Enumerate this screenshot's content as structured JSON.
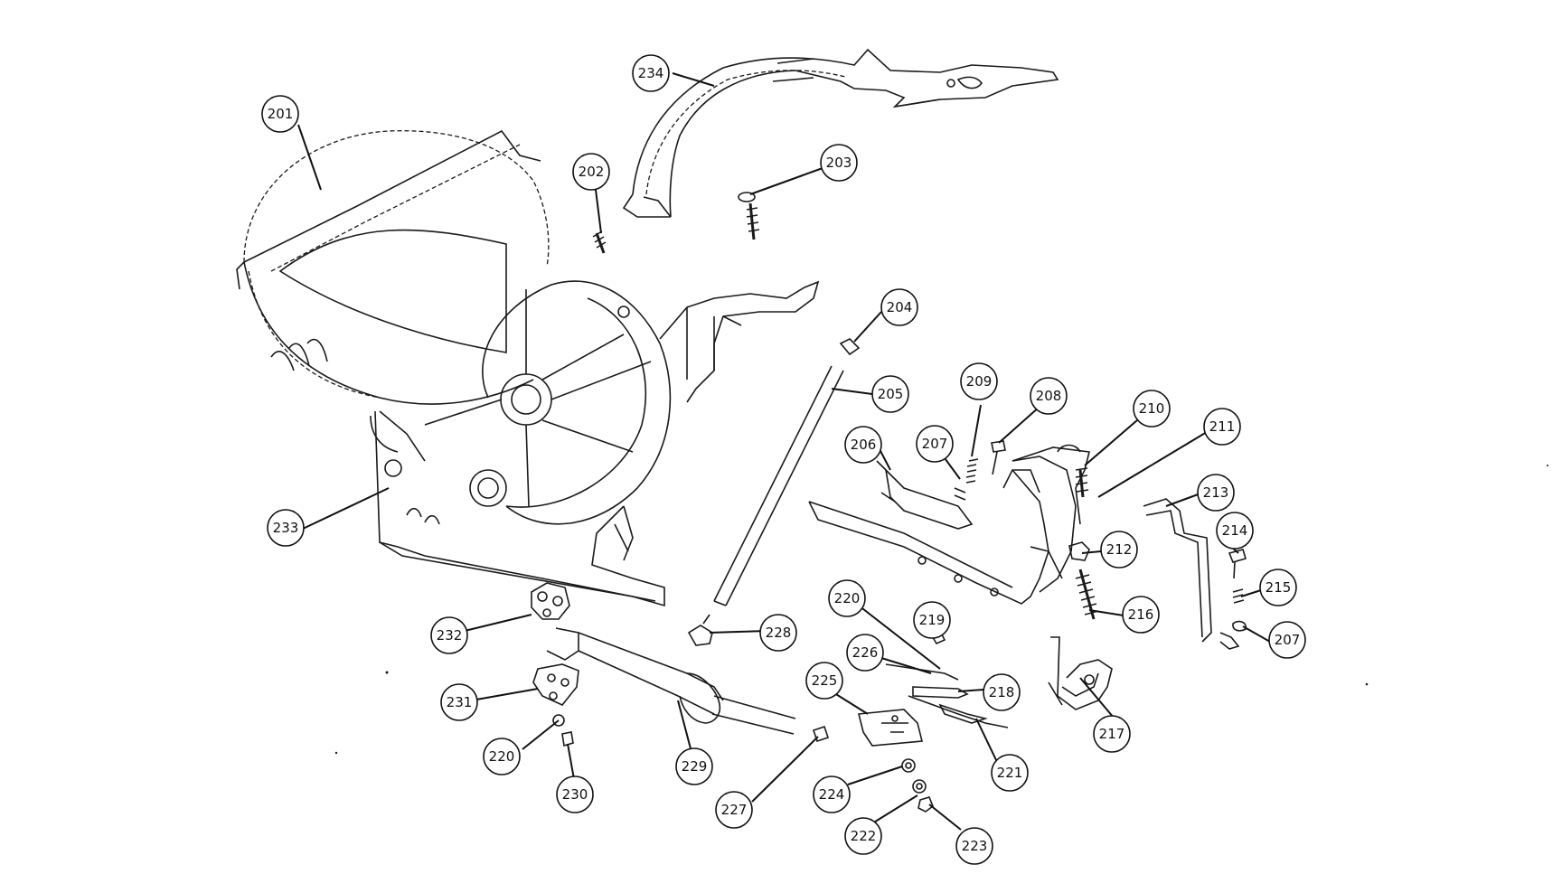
{
  "diagram": {
    "type": "exploded-parts-diagram",
    "callouts": [
      {
        "id": "c201",
        "label": "201"
      },
      {
        "id": "c202",
        "label": "202"
      },
      {
        "id": "c203",
        "label": "203"
      },
      {
        "id": "c204",
        "label": "204"
      },
      {
        "id": "c205",
        "label": "205"
      },
      {
        "id": "c206",
        "label": "206"
      },
      {
        "id": "c207a",
        "label": "207"
      },
      {
        "id": "c208",
        "label": "208"
      },
      {
        "id": "c209",
        "label": "209"
      },
      {
        "id": "c210",
        "label": "210"
      },
      {
        "id": "c211",
        "label": "211"
      },
      {
        "id": "c212",
        "label": "212"
      },
      {
        "id": "c213",
        "label": "213"
      },
      {
        "id": "c214",
        "label": "214"
      },
      {
        "id": "c215",
        "label": "215"
      },
      {
        "id": "c207b",
        "label": "207"
      },
      {
        "id": "c216",
        "label": "216"
      },
      {
        "id": "c217",
        "label": "217"
      },
      {
        "id": "c218",
        "label": "218"
      },
      {
        "id": "c219",
        "label": "219"
      },
      {
        "id": "c220a",
        "label": "220"
      },
      {
        "id": "c221",
        "label": "221"
      },
      {
        "id": "c222",
        "label": "222"
      },
      {
        "id": "c223",
        "label": "223"
      },
      {
        "id": "c224",
        "label": "224"
      },
      {
        "id": "c225",
        "label": "225"
      },
      {
        "id": "c226",
        "label": "226"
      },
      {
        "id": "c227",
        "label": "227"
      },
      {
        "id": "c228",
        "label": "228"
      },
      {
        "id": "c229",
        "label": "229"
      },
      {
        "id": "c220b",
        "label": "220"
      },
      {
        "id": "c230",
        "label": "230"
      },
      {
        "id": "c231",
        "label": "231"
      },
      {
        "id": "c232",
        "label": "232"
      },
      {
        "id": "c233",
        "label": "233"
      },
      {
        "id": "c234",
        "label": "234"
      }
    ]
  }
}
